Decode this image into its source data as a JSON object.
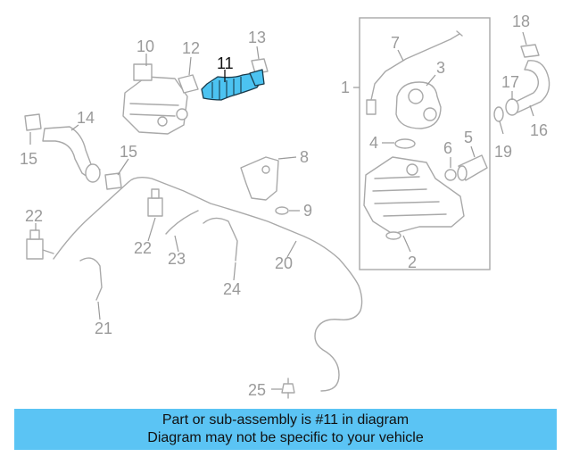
{
  "callouts": {
    "c1": "1",
    "c2": "2",
    "c3": "3",
    "c4": "4",
    "c5": "5",
    "c6": "6",
    "c7": "7",
    "c8": "8",
    "c9": "9",
    "c10": "10",
    "c11": "11",
    "c12": "12",
    "c13": "13",
    "c14": "14",
    "c15a": "15",
    "c15b": "15",
    "c16": "16",
    "c17": "17",
    "c18": "18",
    "c19": "19",
    "c20": "20",
    "c21": "21",
    "c22a": "22",
    "c22b": "22",
    "c23": "23",
    "c24": "24",
    "c25": "25"
  },
  "highlight": {
    "part_number": "11",
    "color": "#4cc3f1"
  },
  "banner": {
    "line1": "Part or sub-assembly is #11 in diagram",
    "line2": "Diagram may not be specific to your vehicle",
    "background": "#5bc4f4"
  }
}
